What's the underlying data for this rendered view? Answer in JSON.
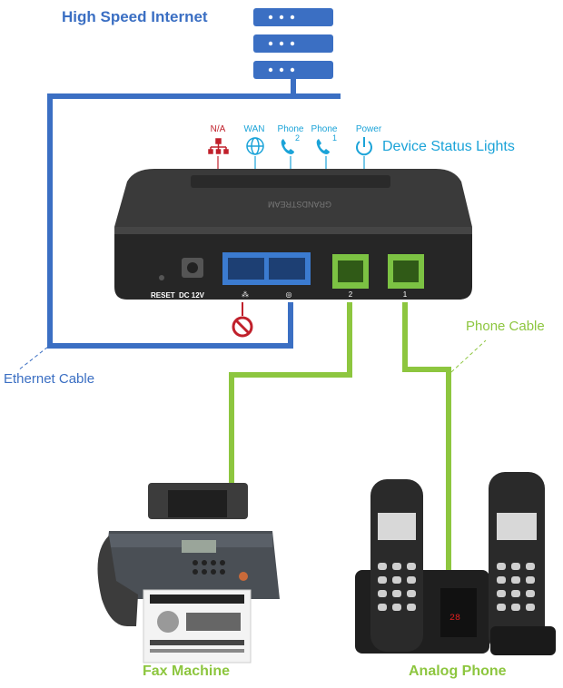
{
  "title": "High Speed Internet",
  "status_lights_label": "Device Status Lights",
  "ethernet_cable_label": "Ethernet Cable",
  "phone_cable_label": "Phone Cable",
  "fax_label": "Fax Machine",
  "analog_label": "Analog Phone",
  "leds": {
    "na": "N/A",
    "wan": "WAN",
    "phone2": "Phone",
    "phone1": "Phone",
    "power": "Power"
  },
  "ports": {
    "reset": "RESET",
    "dc": "DC 12V"
  },
  "brand": "GRANDSTREAM",
  "colors": {
    "ethernet": "#3b6fc3",
    "phone_line": "#8dc63f",
    "status": "#1ba3d8",
    "na": "#c0202b",
    "device": "#2b2b2b"
  }
}
